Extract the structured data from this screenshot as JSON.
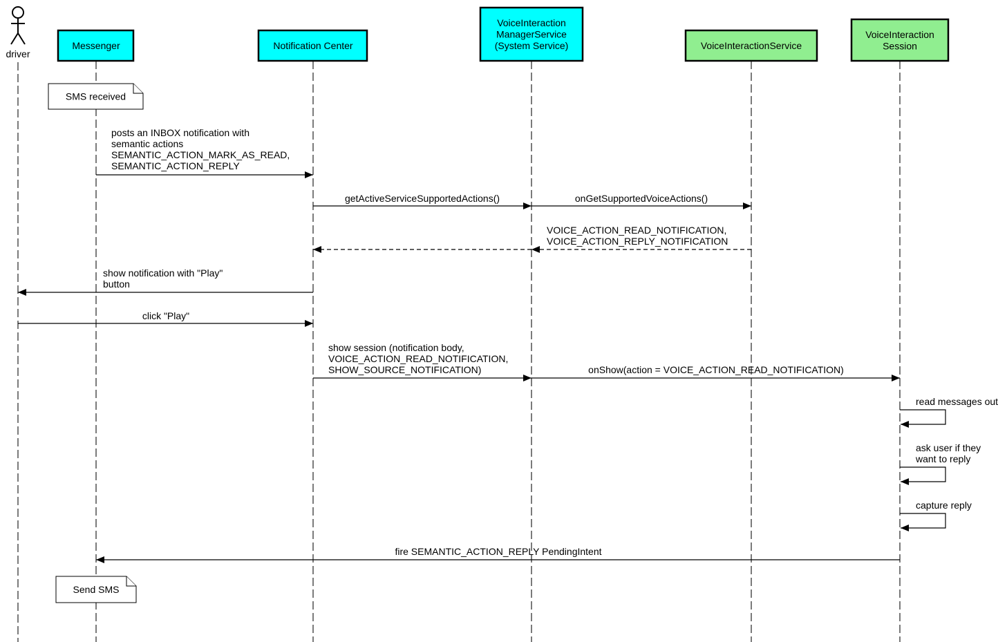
{
  "colors": {
    "system": "#00ffff",
    "app": "#90ee90",
    "line": "#000000"
  },
  "actor": {
    "label": "driver",
    "icon": "stick-figure-icon"
  },
  "participants": [
    {
      "id": "messenger",
      "lines": [
        "Messenger"
      ],
      "color": "#00ffff"
    },
    {
      "id": "notification-center",
      "lines": [
        "Notification Center"
      ],
      "color": "#00ffff"
    },
    {
      "id": "vims",
      "lines": [
        "VoiceInteraction",
        "ManagerService",
        "(System Service)"
      ],
      "color": "#00ffff"
    },
    {
      "id": "vis",
      "lines": [
        "VoiceInteractionService"
      ],
      "color": "#90ee90"
    },
    {
      "id": "session",
      "lines": [
        "VoiceInteraction",
        "Session"
      ],
      "color": "#90ee90"
    }
  ],
  "notes": [
    {
      "text": "SMS received",
      "on": "messenger"
    },
    {
      "text": "Send SMS",
      "on": "messenger"
    }
  ],
  "messages": [
    {
      "from": "messenger",
      "to": "notification-center",
      "style": "solid",
      "lines": [
        "posts an INBOX notification with",
        "semantic actions",
        "SEMANTIC_ACTION_MARK_AS_READ,",
        "SEMANTIC_ACTION_REPLY"
      ]
    },
    {
      "from": "notification-center",
      "to": "vims",
      "style": "solid",
      "lines": [
        "getActiveServiceSupportedActions()"
      ]
    },
    {
      "from": "vims",
      "to": "vis",
      "style": "solid",
      "lines": [
        "onGetSupportedVoiceActions()"
      ]
    },
    {
      "from": "vis",
      "to": "vims",
      "style": "dashed",
      "lines": [
        "VOICE_ACTION_READ_NOTIFICATION,",
        "VOICE_ACTION_REPLY_NOTIFICATION"
      ]
    },
    {
      "from": "vims",
      "to": "notification-center",
      "style": "dashed",
      "lines": []
    },
    {
      "from": "notification-center",
      "to": "driver",
      "style": "solid",
      "lines": [
        "show notification with \"Play\"",
        "button"
      ]
    },
    {
      "from": "driver",
      "to": "notification-center",
      "style": "solid",
      "lines": [
        "click \"Play\""
      ]
    },
    {
      "from": "notification-center",
      "to": "vims",
      "style": "solid",
      "lines": [
        "show session (notification body,",
        "VOICE_ACTION_READ_NOTIFICATION,",
        "SHOW_SOURCE_NOTIFICATION)"
      ]
    },
    {
      "from": "vims",
      "to": "session",
      "style": "solid",
      "lines": [
        "onShow(action = VOICE_ACTION_READ_NOTIFICATION)"
      ]
    },
    {
      "from": "session",
      "to": "session",
      "style": "solid",
      "lines": [
        "read messages out"
      ]
    },
    {
      "from": "session",
      "to": "session",
      "style": "solid",
      "lines": [
        "ask user if they",
        "want to reply"
      ]
    },
    {
      "from": "session",
      "to": "session",
      "style": "solid",
      "lines": [
        "capture reply"
      ]
    },
    {
      "from": "session",
      "to": "messenger",
      "style": "solid",
      "lines": [
        "fire SEMANTIC_ACTION_REPLY PendingIntent"
      ]
    }
  ]
}
